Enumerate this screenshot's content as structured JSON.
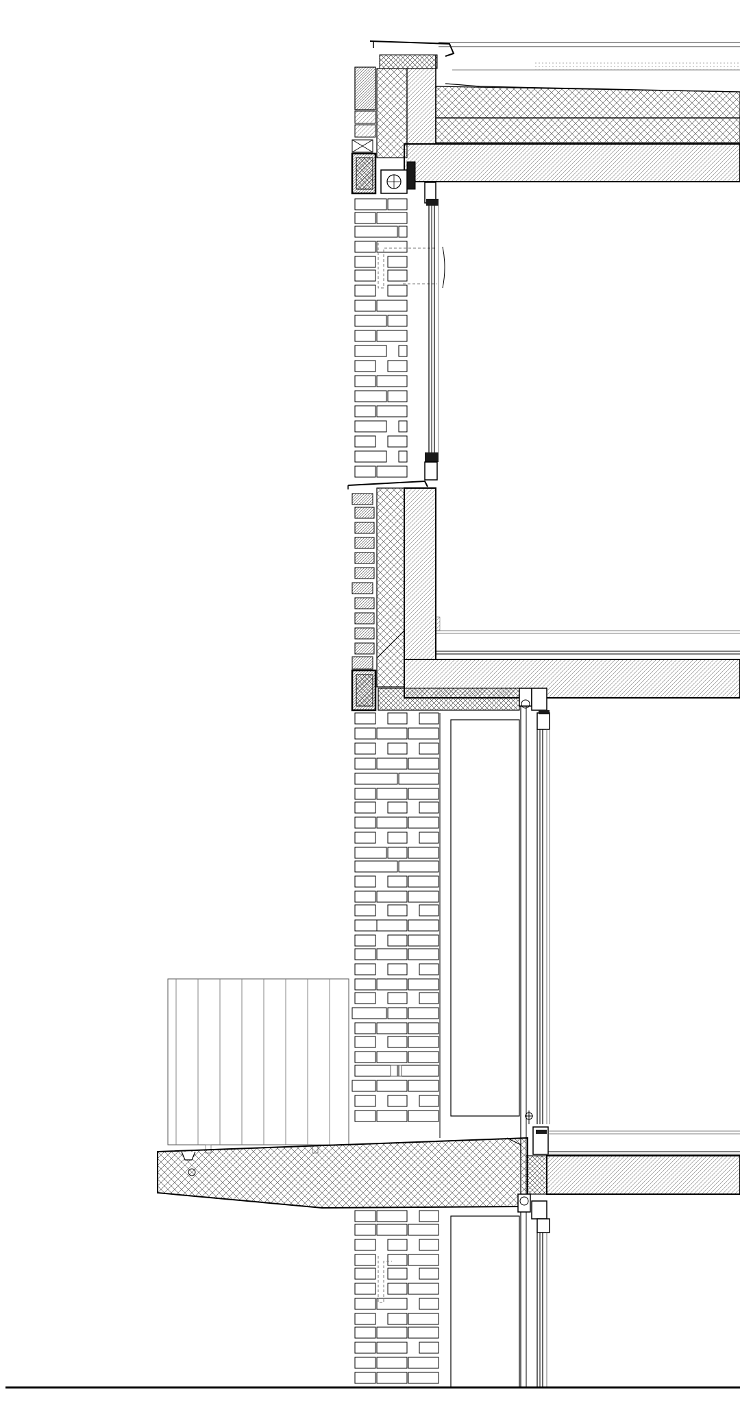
{
  "drawing": {
    "kind": "architectural-wall-section",
    "labels": [],
    "colors": {
      "background": "#ffffff",
      "line": "#000000",
      "thin_line": "#333333",
      "hatch": "#555555",
      "dark_fill": "#1a1a1a",
      "light_line": "#999999"
    },
    "levels": [
      "roof-parapet",
      "upper-window",
      "intermediate-wall",
      "floor-slab-upper",
      "tall-window",
      "balcony-slab",
      "lower-window",
      "ground-line"
    ]
  }
}
